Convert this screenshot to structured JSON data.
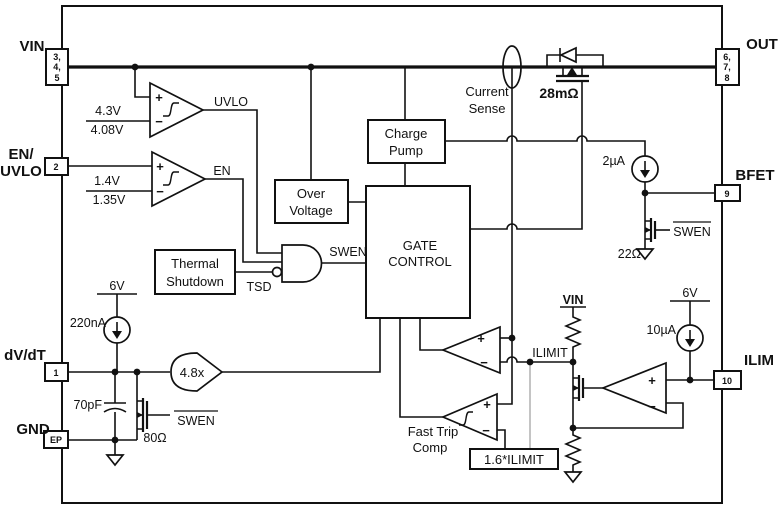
{
  "colors": {
    "line": "#111111",
    "background": "#ffffff"
  },
  "pins": {
    "vin": {
      "label": "VIN",
      "n1": "3,",
      "n2": "4,",
      "n3": "5"
    },
    "en_uvlo": {
      "label_line1": "EN/",
      "label_line2": "UVLO",
      "num": "2"
    },
    "dvdt": {
      "label": "dV/dT",
      "num": "1"
    },
    "gnd": {
      "label": "GND",
      "num": "EP"
    },
    "out": {
      "label": "OUT",
      "n1": "6,",
      "n2": "7,",
      "n3": "8"
    },
    "bfet": {
      "label": "BFET",
      "num": "9"
    },
    "ilim": {
      "label": "ILIM",
      "num": "10"
    }
  },
  "blocks": {
    "charge_pump_l1": "Charge",
    "charge_pump_l2": "Pump",
    "over_voltage_l1": "Over",
    "over_voltage_l2": "Voltage",
    "gate_control_l1": "GATE",
    "gate_control_l2": "CONTROL",
    "thermal_shutdown_l1": "Thermal",
    "thermal_shutdown_l2": "Shutdown",
    "fast_trip_l1": "Fast Trip",
    "fast_trip_l2": "Comp",
    "limit_ref": "1.6*ILIMIT"
  },
  "signals": {
    "uvlo": "UVLO",
    "en": "EN",
    "tsd": "TSD",
    "swen": "SWEN",
    "swen_bar_dvdt": "SWEN",
    "swen_bar_bfet": "SWEN",
    "ilimit": "ILIMIT",
    "current_sense_l1": "Current",
    "current_sense_l2": "Sense",
    "vin_internal": "VIN",
    "plus": "+",
    "minus": "−"
  },
  "values": {
    "uvlo_rise": "4.3V",
    "uvlo_fall": "4.08V",
    "en_rise": "1.4V",
    "en_fall": "1.35V",
    "rds_on": "28mΩ",
    "bfet_pullup": "2µA",
    "bfet_pulldown_res": "22Ω",
    "dvdt_rail": "6V",
    "dvdt_current": "220nA",
    "dvdt_cap": "70pF",
    "dvdt_res": "80Ω",
    "dvdt_gain": "4.8x",
    "ilim_rail": "6V",
    "ilim_current": "10µA"
  }
}
